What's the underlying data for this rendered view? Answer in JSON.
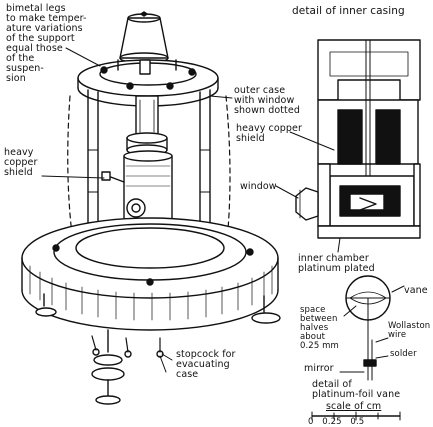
{
  "labels": {
    "bimetal": "bimetal legs\nto make temper-\nature variations\nof the support\nequal those\nof the\nsuspen-\nsion",
    "inner_casing_title": "detail of inner casing",
    "outer_case": "outer case\nwith window\nshown dotted",
    "heavy_copper_left": "heavy\ncopper\nshield",
    "heavy_copper_right": "heavy copper\nshield",
    "window": "window",
    "inner_chamber": "inner chamber\nplatinum plated",
    "vane": "vane",
    "space_between": "space\nbetween\nhalves\nabout\n0.25 mm",
    "wollaston_wire": "Wollaston\nwire",
    "solder": "solder",
    "mirror": "mirror",
    "foil_vane_detail": "detail of\nplatinum-foil vane",
    "stopcock": "stopcock for\nevacuating\ncase",
    "scale": "scale of cm",
    "scale_ticks": "0 0.25 0.5"
  },
  "colors": {
    "ink": "#111111",
    "paper": "#ffffff"
  }
}
